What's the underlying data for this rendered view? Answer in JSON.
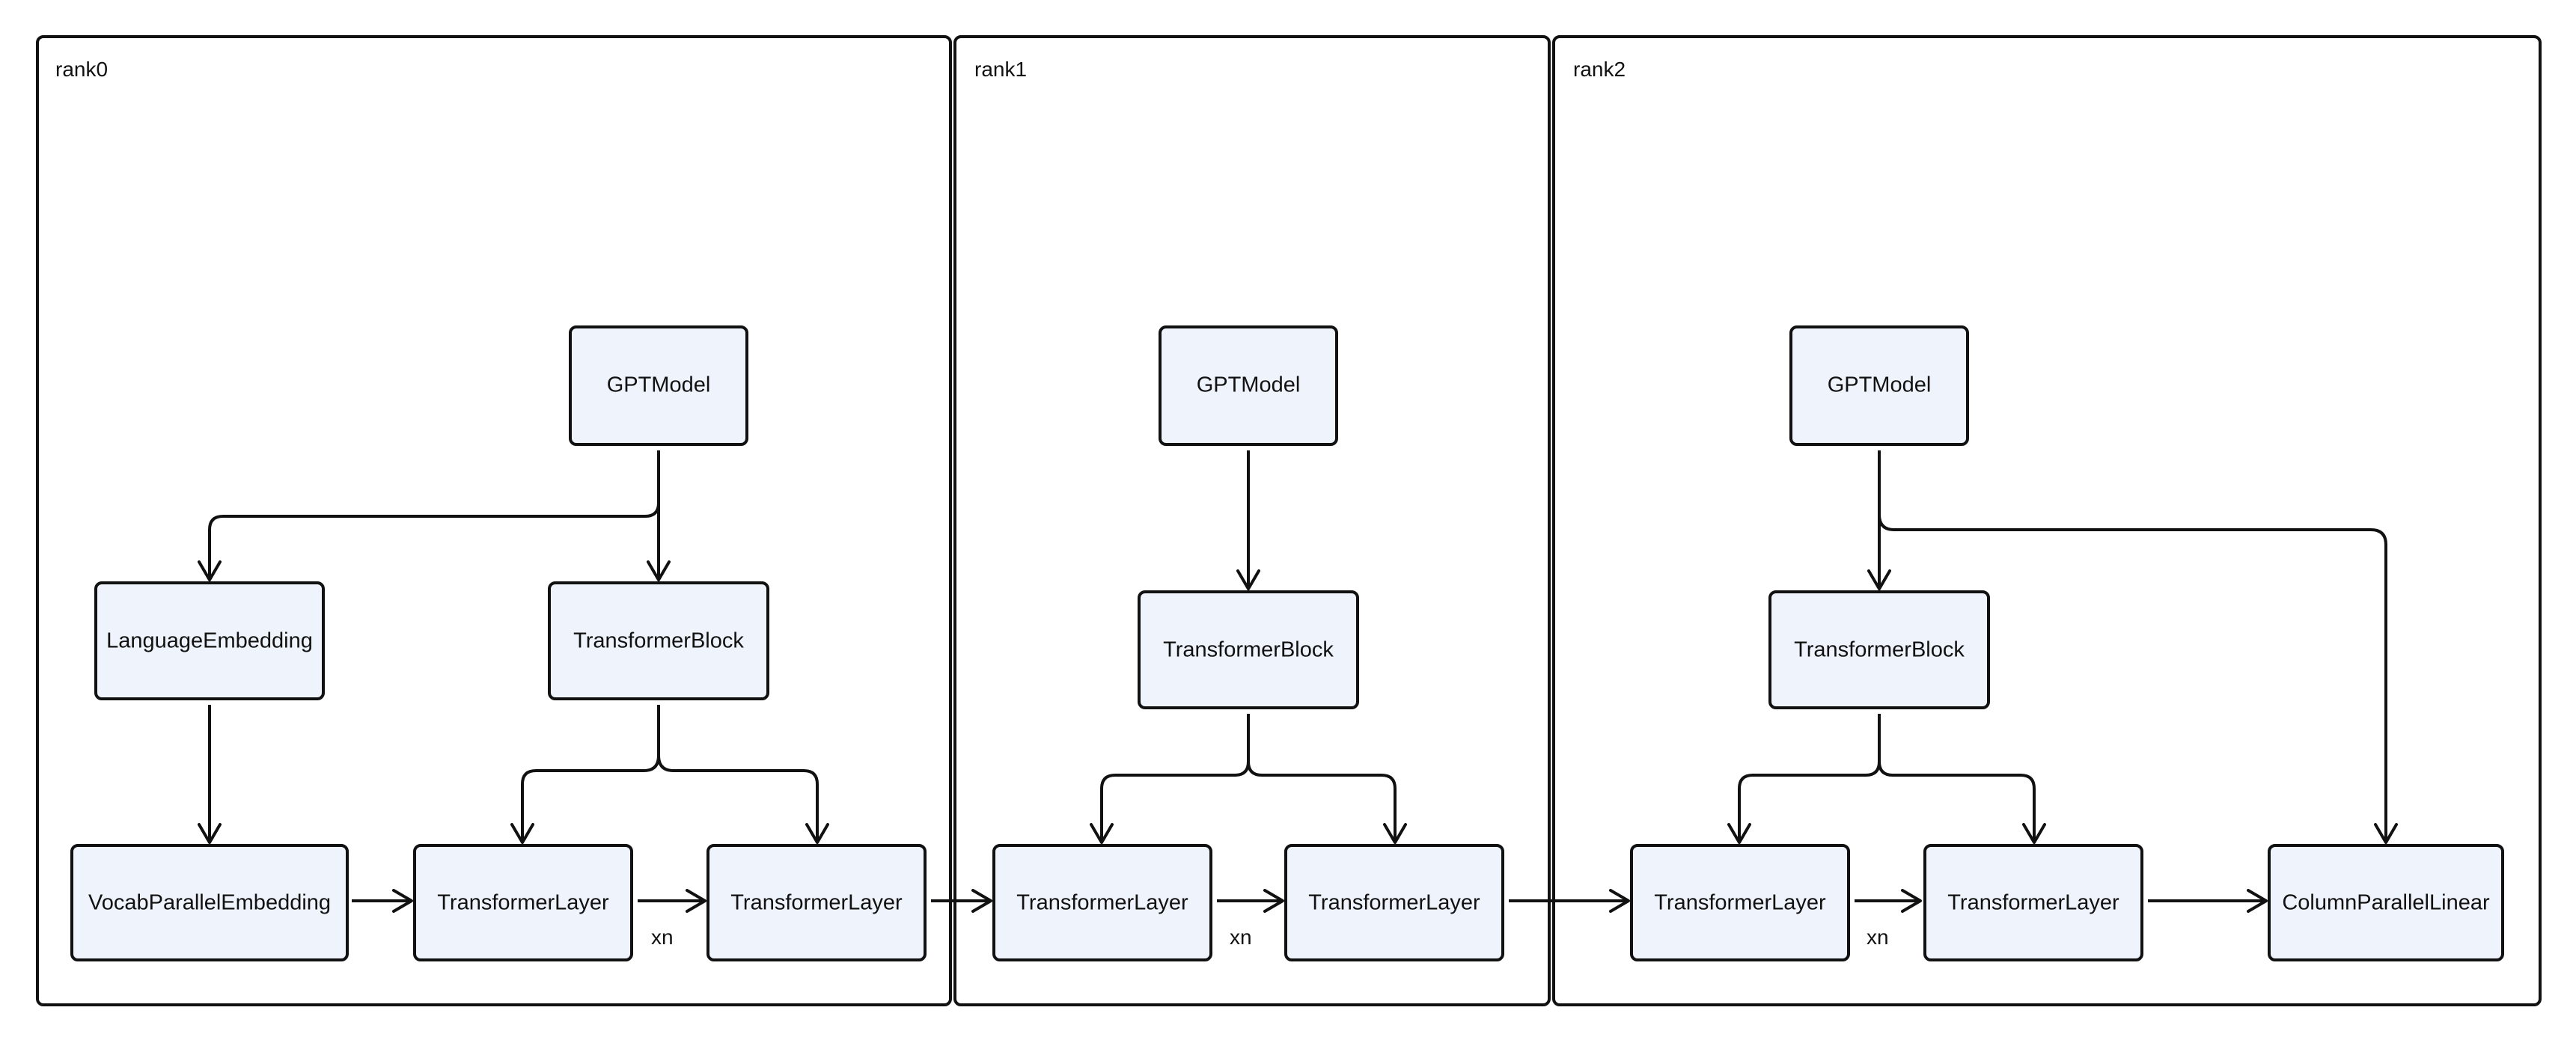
{
  "panels": [
    {
      "title": "rank0",
      "nodes": {
        "gpt_model": "GPTModel",
        "language_embedding": "LanguageEmbedding",
        "transformer_block": "TransformerBlock",
        "vocab_parallel_embedding": "VocabParallelEmbedding",
        "transformer_layer_1": "TransformerLayer",
        "transformer_layer_2": "TransformerLayer"
      },
      "repeat_note": "xn"
    },
    {
      "title": "rank1",
      "nodes": {
        "gpt_model": "GPTModel",
        "transformer_block": "TransformerBlock",
        "transformer_layer_1": "TransformerLayer",
        "transformer_layer_2": "TransformerLayer"
      },
      "repeat_note": "xn"
    },
    {
      "title": "rank2",
      "nodes": {
        "gpt_model": "GPTModel",
        "transformer_block": "TransformerBlock",
        "transformer_layer_1": "TransformerLayer",
        "transformer_layer_2": "TransformerLayer",
        "column_parallel_linear": "ColumnParallelLinear"
      },
      "repeat_note": "xn"
    }
  ],
  "colors": {
    "node_fill": "#eef3fc",
    "stroke": "#111111",
    "background": "#ffffff"
  }
}
